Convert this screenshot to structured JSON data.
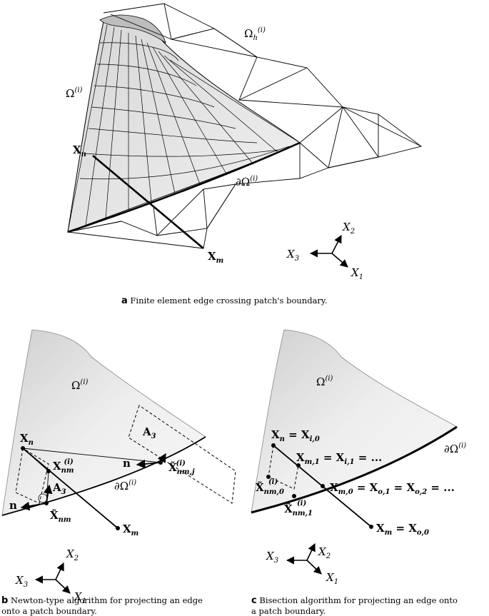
{
  "panel_a": {
    "label_omega": "Ω",
    "label_omega_sup": "(i)",
    "label_omega_h": "Ω",
    "label_omega_h_sub": "h",
    "label_omega_h_sup": "(i)",
    "label_boundary": "∂Ω",
    "label_boundary_sup": "(i)",
    "label_xn": "X",
    "label_xn_sub": "n",
    "label_xm": "X",
    "label_xm_sub": "m",
    "caption_letter": "a",
    "caption_text": " Finite element edge crossing patch's boundary."
  },
  "panel_b": {
    "label_omega": "Ω",
    "label_omega_sup": "(i)",
    "label_xn": "X",
    "label_xn_sub": "n",
    "label_xm": "X",
    "label_xm_sub": "m",
    "label_xnm": "X",
    "label_xnm_sub": "nm",
    "label_xnm_sup": "(i)",
    "label_xnm_tilde": "X̃",
    "label_xnm_tilde_sub": "nm",
    "label_xnmj_tilde": "X̃",
    "label_xnmj_tilde_sub": "nm,j",
    "label_xnmj_tilde_sup": "(i)",
    "label_a3": "A",
    "label_a3_sub": "3",
    "label_n": "n",
    "label_boundary": "∂Ω",
    "label_boundary_sup": "(i)",
    "caption_letter": "b",
    "caption_line1": " Newton-type algorithm for projecting an edge",
    "caption_line2": "onto a patch boundary."
  },
  "panel_c": {
    "label_omega": "Ω",
    "label_omega_sup": "(i)",
    "label_xn_eq": "X",
    "label_xn_sub": "n",
    "label_xn_rhs": " = X",
    "label_xn_rhs_sub": "i,0",
    "label_xm1": "X",
    "label_xm1_sub": "m,1",
    "label_xm1_rhs": " = X",
    "label_xm1_rhs_sub": "i,1",
    "label_xm1_tail": " = ...",
    "label_xm0": "X",
    "label_xm0_sub": "m,0",
    "label_xm0_rhs": " = X",
    "label_xm0_rhs_sub": "o,1",
    "label_xm0_rhs2": " = X",
    "label_xm0_rhs2_sub": "o,2",
    "label_xm0_tail": " = ...",
    "label_xnm0": "X̃",
    "label_xnm0_sub": "nm,0",
    "label_xnm0_sup": "(i)",
    "label_xnm1": "X̃",
    "label_xnm1_sub": "nm,1",
    "label_xnm1_sup": "(i)",
    "label_xm_eq": "X",
    "label_xm_sub": "m",
    "label_xm_rhs": " = X",
    "label_xm_rhs_sub": "o,0",
    "label_boundary": "∂Ω",
    "label_boundary_sup": "(i)",
    "caption_letter": "c",
    "caption_line1": " Bisection algorithm for projecting an edge onto",
    "caption_line2": "a patch boundary."
  },
  "axes": {
    "x1": "X",
    "x1_sub": "1",
    "x2": "X",
    "x2_sub": "2",
    "x3": "X",
    "x3_sub": "3"
  }
}
